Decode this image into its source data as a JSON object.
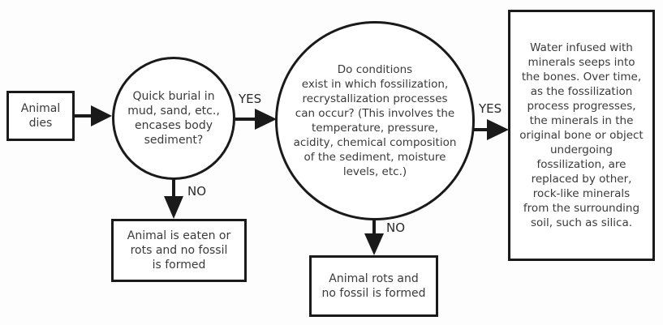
{
  "nodes": {
    "start": {
      "text": "Animal\ndies"
    },
    "decision1": {
      "text": "Quick burial in\nmud, sand, etc.,\nencases body\nsediment?"
    },
    "decision2": {
      "text": "Do conditions\nexist in which fossilization,\nrecrystallization processes\ncan occur? (This involves the\ntemperature, pressure,\nacidity, chemical composition\nof the sediment, moisture\nlevels, etc.)"
    },
    "outcome_fossil": {
      "text": "Water infused with\nminerals seeps into\nthe bones. Over time,\nas the fossilization\nprocess progresses,\nthe minerals in the\noriginal bone or object\nundergoing\nfossilization, are\nreplaced by other,\nrock-like minerals\nfrom the surrounding\nsoil, such as silica."
    },
    "outcome_no1": {
      "text": "Animal is eaten or\nrots and no fossil\nis formed"
    },
    "outcome_no2": {
      "text": "Animal rots and\nno fossil is formed"
    }
  },
  "edges": {
    "yes1": "YES",
    "no1": "NO",
    "yes2": "YES",
    "no2": "NO"
  }
}
